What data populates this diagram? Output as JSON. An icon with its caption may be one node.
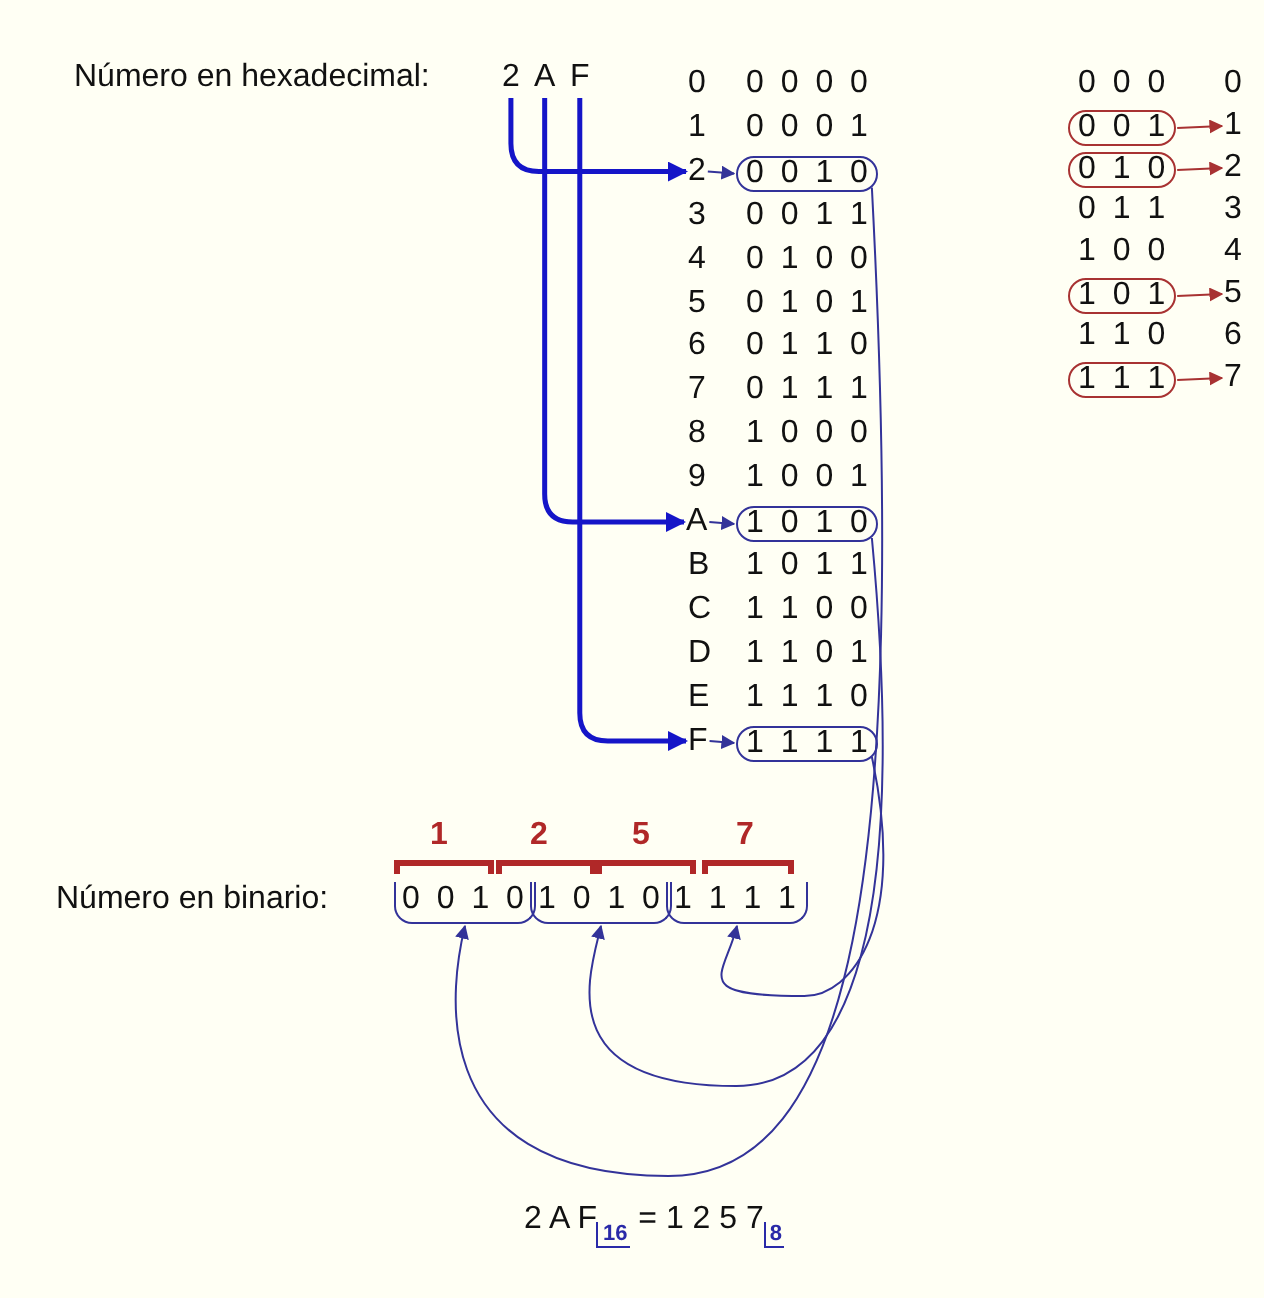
{
  "diagram": {
    "nodes": [
      {
        "text": [
          "2"
        ]
      },
      {
        "text": [
          "A"
        ]
      },
      {
        "text": [
          "F"
        ]
      },
      {
        "text": [
          "2"
        ]
      },
      {
        "text": [
          "0 0 1 0"
        ]
      },
      {
        "text": [
          "A"
        ]
      },
      {
        "text": [
          "1 0 1 0"
        ]
      },
      {
        "text": [
          "F"
        ]
      },
      {
        "text": [
          "1 1 1 1"
        ]
      },
      {
        "text": [
          "0 0 1"
        ]
      },
      {
        "text": [
          "1"
        ]
      },
      {
        "text": [
          "0 1 0"
        ]
      },
      {
        "text": [
          "2"
        ]
      },
      {
        "text": [
          "1 0 1"
        ]
      },
      {
        "text": [
          "5"
        ]
      },
      {
        "text": [
          "1 1 1"
        ]
      },
      {
        "text": [
          "7"
        ]
      },
      {
        "text": [
          "0 0 1 0"
        ]
      },
      {
        "text": [
          "1 0 1 0"
        ]
      },
      {
        "text": [
          "1 1 1 1"
        ]
      }
    ],
    "edges": [
      {
        "from": 0,
        "to": 3,
        "arrow": "to",
        "style": "thick",
        "color": "#1515c8"
      },
      {
        "from": 1,
        "to": 5,
        "arrow": "to",
        "style": "thick",
        "color": "#1515c8"
      },
      {
        "from": 2,
        "to": 7,
        "arrow": "to",
        "style": "thick",
        "color": "#1515c8"
      },
      {
        "from": 3,
        "to": 4,
        "arrow": "to"
      },
      {
        "from": 5,
        "to": 6,
        "arrow": "to"
      },
      {
        "from": 7,
        "to": 8,
        "arrow": "to"
      },
      {
        "from": 4,
        "to": 17,
        "arrow": "to"
      },
      {
        "from": 6,
        "to": 18,
        "arrow": "to"
      },
      {
        "from": 8,
        "to": 19,
        "arrow": "to"
      },
      {
        "from": 9,
        "to": 10,
        "arrow": "to",
        "color": "#a83232"
      },
      {
        "from": 11,
        "to": 12,
        "arrow": "to",
        "color": "#a83232"
      },
      {
        "from": 13,
        "to": 14,
        "arrow": "to",
        "color": "#a83232"
      },
      {
        "from": 15,
        "to": 16,
        "arrow": "to",
        "color": "#a83232"
      }
    ],
    "labels": [
      "Número en hexadecimal:",
      "0",
      "0 0 0 0",
      "1",
      "0 0 0 1",
      "3",
      "0 0 1 1",
      "4",
      "0 1 0 0",
      "5",
      "0 1 0 1",
      "6",
      "0 1 1 0",
      "7",
      "0 1 1 1",
      "8",
      "1 0 0 0",
      "9",
      "1 0 0 1",
      "B",
      "1 0 1 1",
      "C",
      "1 1 0 0",
      "D",
      "1 1 0 1",
      "E",
      "1 1 1 0",
      "0 0 0",
      "0",
      "0 1 1",
      "3",
      "1 0 0",
      "4",
      "1 1 0",
      "6",
      "1",
      "2",
      "5",
      "7",
      "Número en binario:",
      "2 A F$_{16}$ = 1 2 5 7$_{8}$"
    ]
  }
}
